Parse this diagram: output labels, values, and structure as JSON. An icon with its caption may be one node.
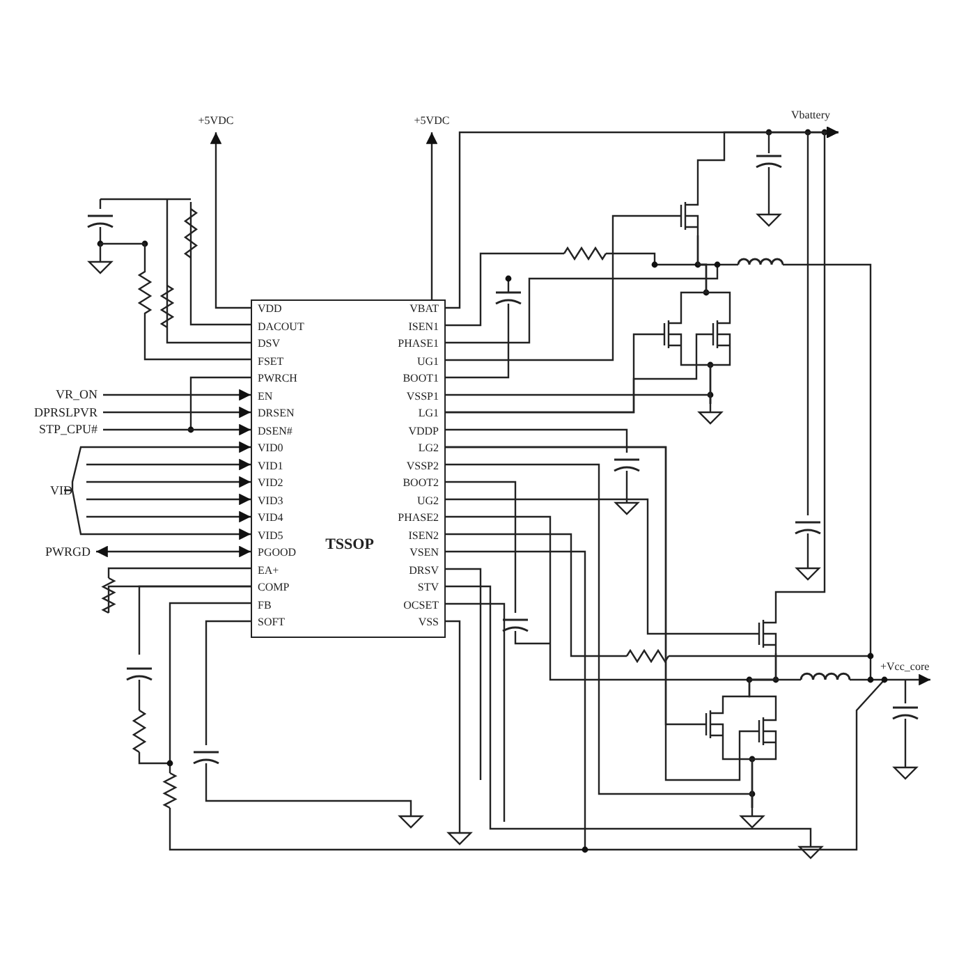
{
  "diagram": {
    "nodes": [
      {
        "text": [
          "TSSOP"
        ]
      },
      {
        "text": [
          "VR_ON"
        ]
      },
      {
        "text": [
          "DPRSLPVR"
        ]
      },
      {
        "text": [
          "STP_CPU#"
        ]
      },
      {
        "text": [
          "VID"
        ]
      },
      {
        "text": [
          "PWRGD"
        ]
      },
      {
        "text": [
          "+5VDC"
        ]
      },
      {
        "text": [
          "+5VDC"
        ]
      },
      {
        "text": [],
        "shape": "transistor"
      },
      {
        "text": [],
        "shape": "transistor"
      },
      {
        "text": [],
        "shape": "transistor"
      },
      {
        "text": [],
        "shape": "transistor"
      },
      {
        "text": [],
        "shape": "transistor"
      },
      {
        "text": [],
        "shape": "transistor"
      },
      {
        "text": [
          "Vbattery"
        ]
      },
      {
        "text": [],
        "shape": "ground"
      },
      {
        "text": [],
        "shape": "ground"
      },
      {
        "text": [],
        "shape": "ground"
      },
      {
        "text": [],
        "shape": "ground"
      }
    ],
    "edges": [
      {
        "from": 1,
        "to": 0,
        "arrow": "to"
      },
      {
        "from": 2,
        "to": 0,
        "arrow": "to"
      },
      {
        "from": 3,
        "to": 0,
        "arrow": "to"
      },
      {
        "from": 4,
        "to": 0,
        "arrow": "to"
      },
      {
        "from": 4,
        "to": 0,
        "arrow": "to"
      },
      {
        "from": 4,
        "to": 0,
        "arrow": "to"
      },
      {
        "from": 4,
        "to": 0,
        "arrow": "to"
      },
      {
        "from": 4,
        "to": 0,
        "arrow": "to"
      },
      {
        "from": 4,
        "to": 0,
        "arrow": "to"
      },
      {
        "from": 5,
        "to": 0,
        "arrow": "both"
      },
      {
        "from": 0,
        "to": 6,
        "arrow": "to"
      },
      {
        "from": 0,
        "to": 7,
        "arrow": "to"
      },
      {
        "from": 0,
        "to": 8,
        "arrow": "none"
      },
      {
        "from": 0,
        "to": 9,
        "arrow": "none"
      },
      {
        "from": 0,
        "to": 10,
        "arrow": "none"
      },
      {
        "from": 0,
        "to": 11,
        "arrow": "none"
      },
      {
        "from": 0,
        "to": 12,
        "arrow": "none"
      },
      {
        "from": 0,
        "to": 13,
        "arrow": "none"
      },
      {
        "from": 0,
        "to": 14,
        "arrow": "to"
      },
      {
        "from": 11,
        "to": 14,
        "arrow": "to"
      },
      {
        "from": 0,
        "to": 15,
        "arrow": "none"
      },
      {
        "from": 0,
        "to": 16,
        "arrow": "none"
      },
      {
        "from": 0,
        "to": 17,
        "arrow": "none"
      },
      {
        "from": 0,
        "to": 18,
        "arrow": "none"
      },
      {
        "from": 8,
        "to": 14,
        "arrow": "to"
      },
      {
        "from": 8,
        "to": 9,
        "arrow": "none"
      },
      {
        "from": 8,
        "to": 10,
        "arrow": "none"
      },
      {
        "from": 9,
        "to": 16,
        "arrow": "none"
      },
      {
        "from": 10,
        "to": 16,
        "arrow": "none"
      },
      {
        "from": 11,
        "to": 12,
        "arrow": "none"
      },
      {
        "from": 11,
        "to": 13,
        "arrow": "none"
      },
      {
        "from": 12,
        "to": 17,
        "arrow": "none"
      },
      {
        "from": 13,
        "to": 17,
        "arrow": "none"
      }
    ],
    "labels": [
      "VDD",
      "DACOUT",
      "DSV",
      "FSET",
      "PWRCH",
      "EN",
      "DRSEN",
      "DSEN#",
      "VID0",
      "VID1",
      "VID2",
      "VID3",
      "VID4",
      "VID5",
      "PGOOD",
      "EA+",
      "COMP",
      "FB",
      "SOFT",
      "VBAT",
      "ISEN1",
      "PHASE1",
      "UG1",
      "BOOT1",
      "VSSP1",
      "LG1",
      "VDDP",
      "LG2",
      "VSSP2",
      "BOOT2",
      "UG2",
      "PHASE2",
      "ISEN2",
      "VSEN",
      "DRSV",
      "STV",
      "OCSET",
      "VSS",
      "+Vcc_core"
    ]
  }
}
